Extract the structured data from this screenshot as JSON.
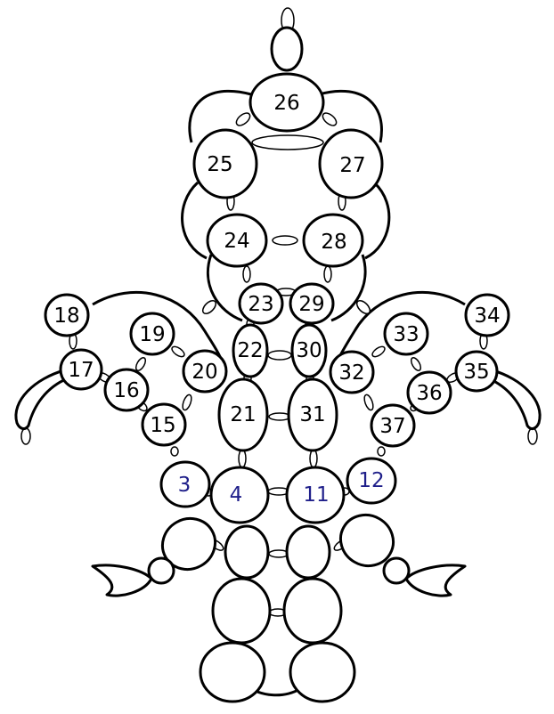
{
  "diagram": {
    "default_color": "#000000",
    "highlight_color": "#1f1f8a",
    "labels": [
      {
        "key": "b26",
        "text": "26"
      },
      {
        "key": "b25",
        "text": "25"
      },
      {
        "key": "b27",
        "text": "27"
      },
      {
        "key": "b24",
        "text": "24"
      },
      {
        "key": "b28",
        "text": "28"
      },
      {
        "key": "b23",
        "text": "23"
      },
      {
        "key": "b29",
        "text": "29"
      },
      {
        "key": "b22",
        "text": "22"
      },
      {
        "key": "b30",
        "text": "30"
      },
      {
        "key": "b21",
        "text": "21"
      },
      {
        "key": "b31",
        "text": "31"
      },
      {
        "key": "b18",
        "text": "18"
      },
      {
        "key": "b17",
        "text": "17"
      },
      {
        "key": "b19",
        "text": "19"
      },
      {
        "key": "b16",
        "text": "16"
      },
      {
        "key": "b20",
        "text": "20"
      },
      {
        "key": "b15",
        "text": "15"
      },
      {
        "key": "b34",
        "text": "34"
      },
      {
        "key": "b35",
        "text": "35"
      },
      {
        "key": "b33",
        "text": "33"
      },
      {
        "key": "b36",
        "text": "36"
      },
      {
        "key": "b32",
        "text": "32"
      },
      {
        "key": "b37",
        "text": "37"
      },
      {
        "key": "b3",
        "text": "3",
        "highlight": true
      },
      {
        "key": "b4",
        "text": "4",
        "highlight": true
      },
      {
        "key": "b11",
        "text": "11",
        "highlight": true
      },
      {
        "key": "b12",
        "text": "12",
        "highlight": true
      }
    ]
  }
}
